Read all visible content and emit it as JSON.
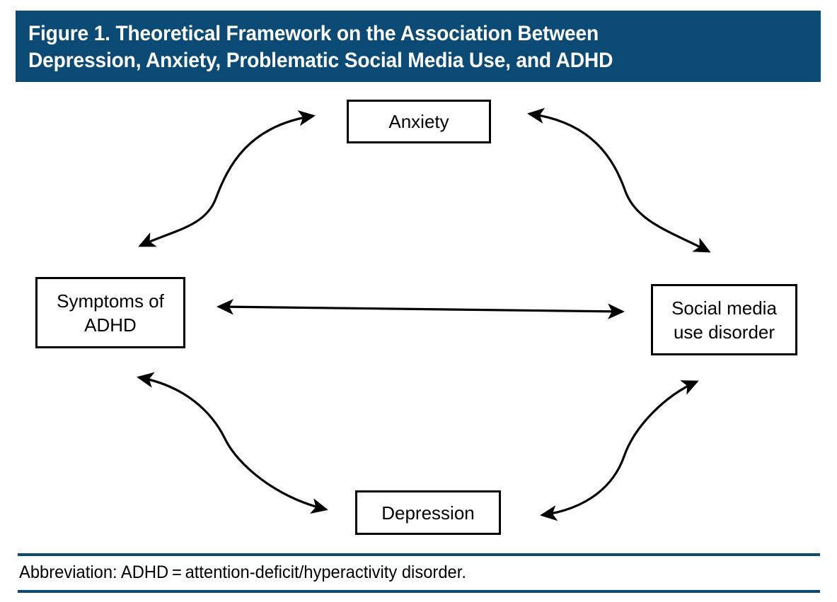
{
  "figure": {
    "title_lines": [
      "Figure 1. Theoretical Framework on the Association Between",
      "Depression, Anxiety, Problematic Social Media Use, and ADHD"
    ],
    "header_color": "#0a4a74",
    "rule_color": "#0a4a74",
    "background_color": "#ffffff",
    "stroke_color": "#000000"
  },
  "diagram": {
    "type": "cycle-diagram",
    "nodes": [
      {
        "id": "anxiety",
        "label": "Anxiety",
        "position": "top"
      },
      {
        "id": "adhd",
        "label": "Symptoms of\nADHD",
        "position": "left"
      },
      {
        "id": "social-media",
        "label": "Social media\nuse disorder",
        "position": "right"
      },
      {
        "id": "depression",
        "label": "Depression",
        "position": "bottom"
      }
    ],
    "connectors": [
      {
        "id": "adhd-anxiety",
        "from": "adhd",
        "to": "anxiety",
        "style": "curved",
        "heads": "both"
      },
      {
        "id": "anxiety-social-media",
        "from": "anxiety",
        "to": "social-media",
        "style": "curved",
        "heads": "both"
      },
      {
        "id": "adhd-social-media",
        "from": "adhd",
        "to": "social-media",
        "style": "straight",
        "heads": "both"
      },
      {
        "id": "adhd-depression",
        "from": "adhd",
        "to": "depression",
        "style": "curved",
        "heads": "both"
      },
      {
        "id": "depression-social-media",
        "from": "depression",
        "to": "social-media",
        "style": "curved",
        "heads": "both"
      }
    ]
  },
  "footer": {
    "note": "Abbreviation: ADHD = attention-deficit/hyperactivity disorder."
  }
}
